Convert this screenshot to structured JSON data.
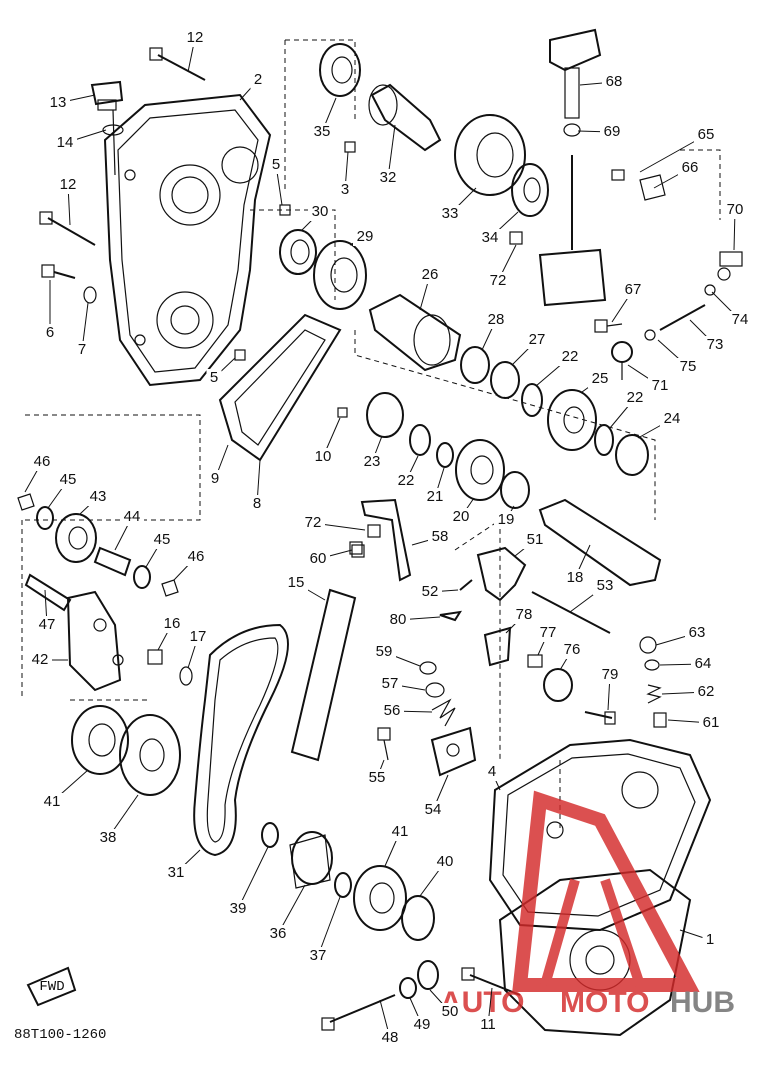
{
  "diagram_code": "88T100-1260",
  "fwd_label": "FWD",
  "watermark": {
    "text_a": "AUTO",
    "text_b": "MOTO",
    "text_c": "HUB",
    "accent": "#d42a2a",
    "grey": "#6b6b6b"
  },
  "callouts": [
    {
      "id": "c12a",
      "label": "12"
    },
    {
      "id": "c2",
      "label": "2"
    },
    {
      "id": "c13",
      "label": "13"
    },
    {
      "id": "c14",
      "label": "14"
    },
    {
      "id": "c35",
      "label": "35"
    },
    {
      "id": "c32",
      "label": "32"
    },
    {
      "id": "c33",
      "label": "33"
    },
    {
      "id": "c68",
      "label": "68"
    },
    {
      "id": "c69",
      "label": "69"
    },
    {
      "id": "c65",
      "label": "65"
    },
    {
      "id": "c66",
      "label": "66"
    },
    {
      "id": "c5a",
      "label": "5"
    },
    {
      "id": "c3",
      "label": "3"
    },
    {
      "id": "c12b",
      "label": "12"
    },
    {
      "id": "c30",
      "label": "30"
    },
    {
      "id": "c29",
      "label": "29"
    },
    {
      "id": "c34",
      "label": "34"
    },
    {
      "id": "c72a",
      "label": "72"
    },
    {
      "id": "c70",
      "label": "70"
    },
    {
      "id": "c6",
      "label": "6"
    },
    {
      "id": "c7",
      "label": "7"
    },
    {
      "id": "c26",
      "label": "26"
    },
    {
      "id": "c67",
      "label": "67"
    },
    {
      "id": "c74",
      "label": "74"
    },
    {
      "id": "c73",
      "label": "73"
    },
    {
      "id": "c28",
      "label": "28"
    },
    {
      "id": "c27",
      "label": "27"
    },
    {
      "id": "c22a",
      "label": "22"
    },
    {
      "id": "c5b",
      "label": "5"
    },
    {
      "id": "c75",
      "label": "75"
    },
    {
      "id": "c71",
      "label": "71"
    },
    {
      "id": "c25",
      "label": "25"
    },
    {
      "id": "c22b",
      "label": "22"
    },
    {
      "id": "c24",
      "label": "24"
    },
    {
      "id": "c10",
      "label": "10"
    },
    {
      "id": "c23",
      "label": "23"
    },
    {
      "id": "c22c",
      "label": "22"
    },
    {
      "id": "c21",
      "label": "21"
    },
    {
      "id": "c20",
      "label": "20"
    },
    {
      "id": "c9",
      "label": "9"
    },
    {
      "id": "c8",
      "label": "8"
    },
    {
      "id": "c46a",
      "label": "46"
    },
    {
      "id": "c45a",
      "label": "45"
    },
    {
      "id": "c43",
      "label": "43"
    },
    {
      "id": "c44",
      "label": "44"
    },
    {
      "id": "c72b",
      "label": "72"
    },
    {
      "id": "c58",
      "label": "58"
    },
    {
      "id": "c60",
      "label": "60"
    },
    {
      "id": "c19",
      "label": "19"
    },
    {
      "id": "c51",
      "label": "51"
    },
    {
      "id": "c45b",
      "label": "45"
    },
    {
      "id": "c46b",
      "label": "46"
    },
    {
      "id": "c18",
      "label": "18"
    },
    {
      "id": "c52",
      "label": "52"
    },
    {
      "id": "c53",
      "label": "53"
    },
    {
      "id": "c15",
      "label": "15"
    },
    {
      "id": "c47",
      "label": "47"
    },
    {
      "id": "c80",
      "label": "80"
    },
    {
      "id": "c78",
      "label": "78"
    },
    {
      "id": "c16",
      "label": "16"
    },
    {
      "id": "c17",
      "label": "17"
    },
    {
      "id": "c42",
      "label": "42"
    },
    {
      "id": "c63",
      "label": "63"
    },
    {
      "id": "c77",
      "label": "77"
    },
    {
      "id": "c59",
      "label": "59"
    },
    {
      "id": "c76",
      "label": "76"
    },
    {
      "id": "c64",
      "label": "64"
    },
    {
      "id": "c57",
      "label": "57"
    },
    {
      "id": "c79",
      "label": "79"
    },
    {
      "id": "c62",
      "label": "62"
    },
    {
      "id": "c56",
      "label": "56"
    },
    {
      "id": "c61",
      "label": "61"
    },
    {
      "id": "c55",
      "label": "55"
    },
    {
      "id": "c4",
      "label": "4"
    },
    {
      "id": "c41a",
      "label": "41"
    },
    {
      "id": "c54",
      "label": "54"
    },
    {
      "id": "c38",
      "label": "38"
    },
    {
      "id": "c41b",
      "label": "41"
    },
    {
      "id": "c40",
      "label": "40"
    },
    {
      "id": "c31",
      "label": "31"
    },
    {
      "id": "c39",
      "label": "39"
    },
    {
      "id": "c36",
      "label": "36"
    },
    {
      "id": "c1",
      "label": "1"
    },
    {
      "id": "c37",
      "label": "37"
    },
    {
      "id": "c48",
      "label": "48"
    },
    {
      "id": "c49",
      "label": "49"
    },
    {
      "id": "c50",
      "label": "50"
    },
    {
      "id": "c11",
      "label": "11"
    }
  ]
}
